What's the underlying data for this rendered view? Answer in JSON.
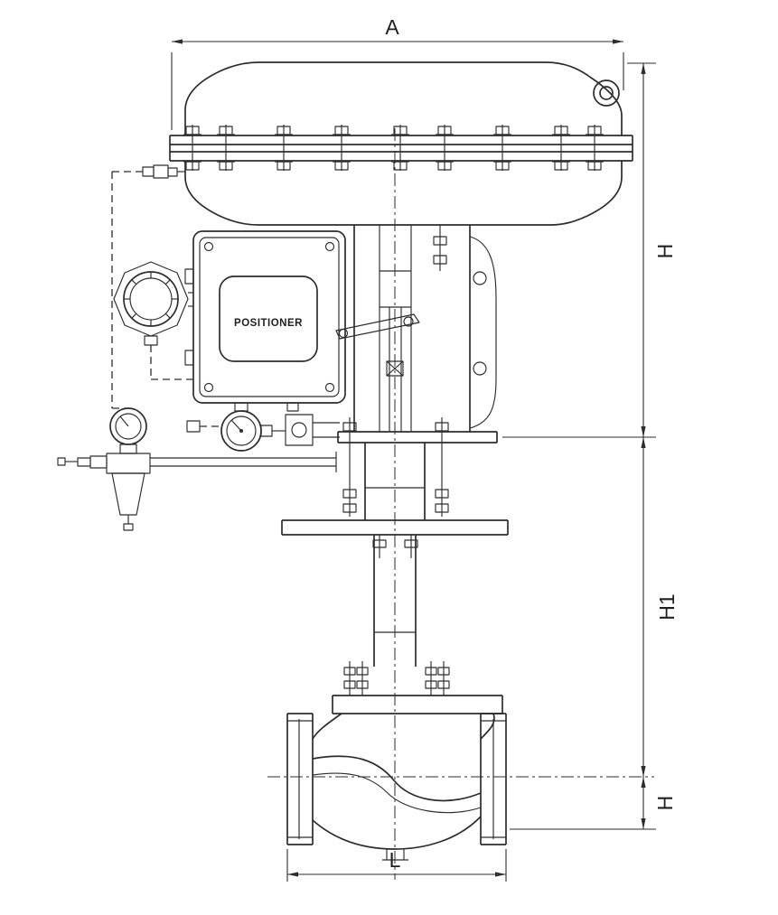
{
  "labels": {
    "positioner": "POSITIONER"
  },
  "dimensions": {
    "width": "A",
    "upper_height": "H",
    "mid_height": "H1",
    "lower_height": "H",
    "face_to_face": "L"
  },
  "colors": {
    "line": "#2d2d2d",
    "background": "#ffffff"
  }
}
